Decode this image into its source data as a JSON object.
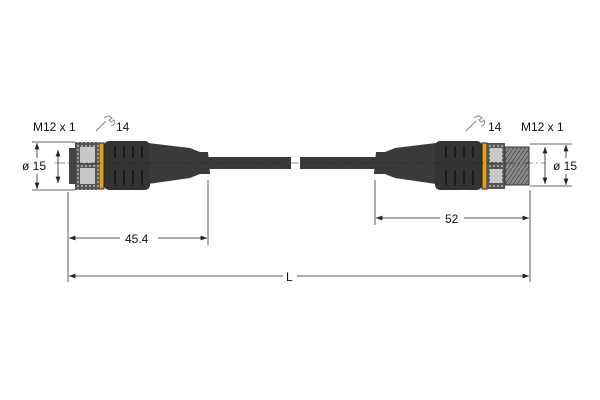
{
  "left_connector": {
    "thread_label": "M12 x 1",
    "wrench_size": "14",
    "diameter_label": "ø 15",
    "length_label": "45.4"
  },
  "right_connector": {
    "thread_label": "M12 x 1",
    "wrench_size": "14",
    "diameter_label": "ø 15",
    "length_label": "52"
  },
  "overall_length_label": "L",
  "colors": {
    "body": "#3a3a3a",
    "nut": "#9a9a9a",
    "ring": "#e3a21a",
    "line": "#222222"
  }
}
